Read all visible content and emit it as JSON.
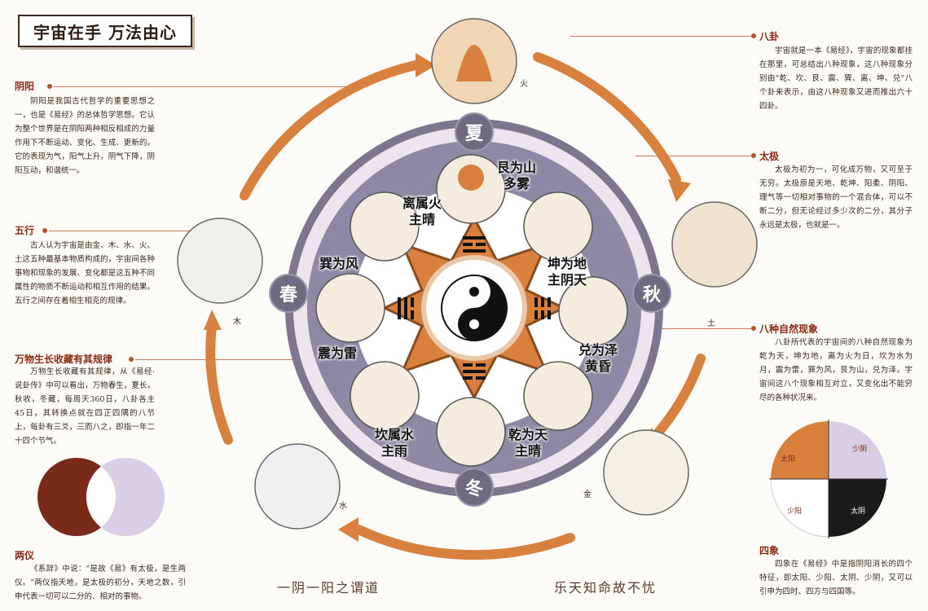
{
  "title": "宇宙在手  万法由心",
  "left": {
    "yinyang": {
      "title": "阴阳",
      "body": "阴阳是我国古代哲学的重要思想之一，也是《易经》的总体哲学思想。它认为整个世界是在阴阳两种相反相成的力量作用下不断运动、变化、生成、更新的。它的表现为气，阳气上升，阴气下降，阴阳互动，和谐统一。"
    },
    "wuxing": {
      "title": "五行",
      "body": "古人认为宇宙是由金、木、水、火、土这五种最基本物质构成的，宇宙间各种事物和现象的发展、变化都是这五种不同属性的物质不断运动和相互作用的结果。五行之间存在着相生相克的规律。"
    },
    "growth": {
      "title": "万物生长收藏有其规律",
      "body": "万物生长收藏有其规律，从《易经·说卦传》中可以看出，万物春生，夏长，秋收，冬藏，每周天360日，八卦各主45日，其转换点就在四正四隅的八节上，每卦有三爻，三而八之，即指一年二十四个节气。"
    },
    "liangyi": {
      "title": "两仪",
      "body": "《系辞》中说：\"是故《易》有太极，是生两仪。\"两仪指天地，是太极的初分，天地之数，引申代表一切可以二分的、相对的事物。"
    }
  },
  "right": {
    "bagua": {
      "title": "八卦",
      "body": "宇宙就是一本《易经》，宇宙的现象都挂在那里，可总结出八种现象，这八种现象分别由\"乾、坎、艮、震、巽、离、坤、兑\"八个卦来表示，由这八种现象又进而推出六十四卦。"
    },
    "taiji": {
      "title": "太极",
      "body": "太极为初为一，可化成万物，又可至于无穷。太极原是天地、乾坤、阳柔、阴阳、理气等一切相对事物的一个混合体，可以不断二分，但无论经过多少次的二分，其分子永远是太极，也就是一。"
    },
    "ziran": {
      "title": "八种自然现象",
      "body": "八卦所代表的宇宙间的八种自然现象为乾为天，坤为地，离为火为日，坎为水为月，震为雷，巽为风，艮为山，兑为泽。宇宙间这八个现象相互对立，又变化出不能穷尽的各种状况来。"
    },
    "sixiang": {
      "title": "四象",
      "body": "四象在《易经》中是指阴阳消长的四个特征，即太阳、少阳、太阴、少阴，又可以引申为四时、四方与四国等。"
    }
  },
  "seasons": {
    "summer": "夏",
    "autumn": "秋",
    "winter": "冬",
    "spring": "春"
  },
  "elements": {
    "fire": "火",
    "earth": "土",
    "metal": "金",
    "water": "水",
    "wood": "木"
  },
  "hexagrams": {
    "li": [
      "离属火",
      "主晴"
    ],
    "gen": [
      "艮为山",
      "多雾"
    ],
    "kun": [
      "坤为地",
      "主阴天"
    ],
    "dui": [
      "兑为泽",
      "黄昏"
    ],
    "qian": [
      "乾为天",
      "主晴"
    ],
    "kan": [
      "坎属水",
      "主雨"
    ],
    "zhen": [
      "震为雷"
    ],
    "xun": [
      "巽为风"
    ]
  },
  "sixiang_chart": {
    "taiyang_top": "太阳",
    "shaoyin": "少阴",
    "shaoyang": "少阳",
    "taiyin": "太阴"
  },
  "bottom": {
    "left": "一阴一阳之谓道",
    "right": "乐天知命故不忧"
  },
  "colors": {
    "orange": "#d8803e",
    "lavender": "#d6cfe6",
    "maroon": "#7a2a18",
    "slate": "#6e6a82"
  }
}
